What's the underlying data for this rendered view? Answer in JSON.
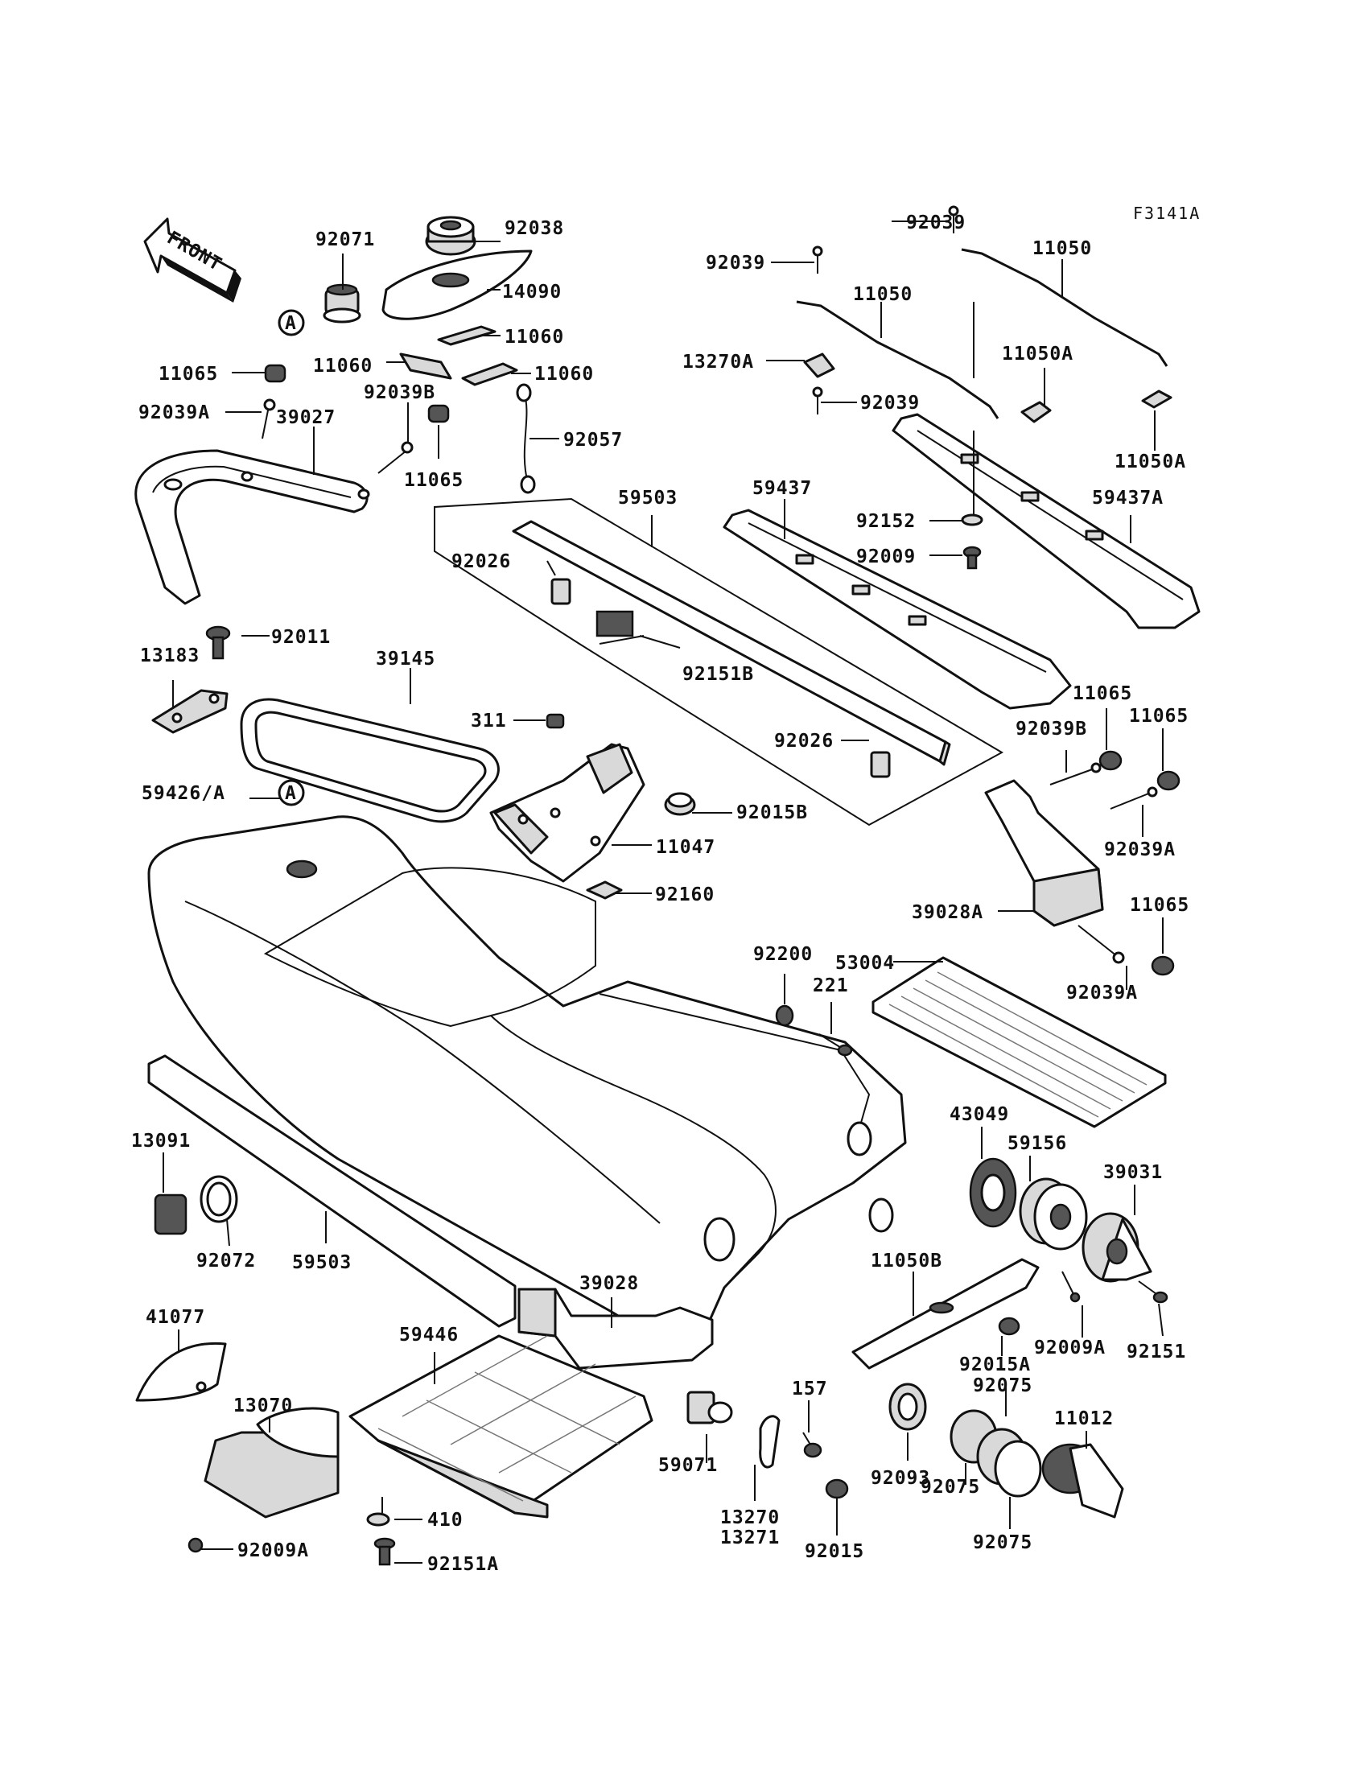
{
  "figure_code": "F3141A",
  "front_arrow_label": "FRONT",
  "circle_ref": "A",
  "labels": [
    {
      "id": "92071",
      "text": "92071"
    },
    {
      "id": "92038",
      "text": "92038"
    },
    {
      "id": "14090",
      "text": "14090"
    },
    {
      "id": "11060-a",
      "text": "11060"
    },
    {
      "id": "11060-b",
      "text": "11060"
    },
    {
      "id": "11060-c",
      "text": "11060"
    },
    {
      "id": "11065-a",
      "text": "11065"
    },
    {
      "id": "92039A-a",
      "text": "92039A"
    },
    {
      "id": "39027",
      "text": "39027"
    },
    {
      "id": "92039B-a",
      "text": "92039B"
    },
    {
      "id": "11065-b",
      "text": "11065"
    },
    {
      "id": "92057",
      "text": "92057"
    },
    {
      "id": "92039-a",
      "text": "92039"
    },
    {
      "id": "92039-b",
      "text": "92039"
    },
    {
      "id": "11050-a",
      "text": "11050"
    },
    {
      "id": "11050-b",
      "text": "11050"
    },
    {
      "id": "13270A",
      "text": "13270A"
    },
    {
      "id": "11050A-a",
      "text": "11050A"
    },
    {
      "id": "92039-c",
      "text": "92039"
    },
    {
      "id": "11050A-b",
      "text": "11050A"
    },
    {
      "id": "59503-a",
      "text": "59503"
    },
    {
      "id": "59437",
      "text": "59437"
    },
    {
      "id": "59437A",
      "text": "59437A"
    },
    {
      "id": "92152",
      "text": "92152"
    },
    {
      "id": "92009",
      "text": "92009"
    },
    {
      "id": "92026-a",
      "text": "92026"
    },
    {
      "id": "92011",
      "text": "92011"
    },
    {
      "id": "13183",
      "text": "13183"
    },
    {
      "id": "39145",
      "text": "39145"
    },
    {
      "id": "92151B",
      "text": "92151B"
    },
    {
      "id": "311",
      "text": "311"
    },
    {
      "id": "92026-b",
      "text": "92026"
    },
    {
      "id": "11065-c",
      "text": "11065"
    },
    {
      "id": "92039B-b",
      "text": "92039B"
    },
    {
      "id": "11065-d",
      "text": "11065"
    },
    {
      "id": "59426A",
      "text": "59426/A"
    },
    {
      "id": "92015B",
      "text": "92015B"
    },
    {
      "id": "11047",
      "text": "11047"
    },
    {
      "id": "92039A-b",
      "text": "92039A"
    },
    {
      "id": "92160",
      "text": "92160"
    },
    {
      "id": "39028A",
      "text": "39028A"
    },
    {
      "id": "11065-e",
      "text": "11065"
    },
    {
      "id": "92200",
      "text": "92200"
    },
    {
      "id": "53004",
      "text": "53004"
    },
    {
      "id": "221",
      "text": "221"
    },
    {
      "id": "92039A-c",
      "text": "92039A"
    },
    {
      "id": "43049",
      "text": "43049"
    },
    {
      "id": "59156",
      "text": "59156"
    },
    {
      "id": "39031",
      "text": "39031"
    },
    {
      "id": "13091",
      "text": "13091"
    },
    {
      "id": "92072",
      "text": "92072"
    },
    {
      "id": "59503-b",
      "text": "59503"
    },
    {
      "id": "39028",
      "text": "39028"
    },
    {
      "id": "11050B",
      "text": "11050B"
    },
    {
      "id": "92009A-a",
      "text": "92009A"
    },
    {
      "id": "92151",
      "text": "92151"
    },
    {
      "id": "41077",
      "text": "41077"
    },
    {
      "id": "59446",
      "text": "59446"
    },
    {
      "id": "92015A",
      "text": "92015A"
    },
    {
      "id": "92075-a",
      "text": "92075"
    },
    {
      "id": "13070",
      "text": "13070"
    },
    {
      "id": "157",
      "text": "157"
    },
    {
      "id": "11012",
      "text": "11012"
    },
    {
      "id": "59071",
      "text": "59071"
    },
    {
      "id": "92093",
      "text": "92093"
    },
    {
      "id": "92075-b",
      "text": "92075"
    },
    {
      "id": "410",
      "text": "410"
    },
    {
      "id": "13270",
      "text": "13270"
    },
    {
      "id": "13271",
      "text": "13271"
    },
    {
      "id": "92015",
      "text": "92015"
    },
    {
      "id": "92075-c",
      "text": "92075"
    },
    {
      "id": "92009A-b",
      "text": "92009A"
    },
    {
      "id": "92151A",
      "text": "92151A"
    }
  ]
}
